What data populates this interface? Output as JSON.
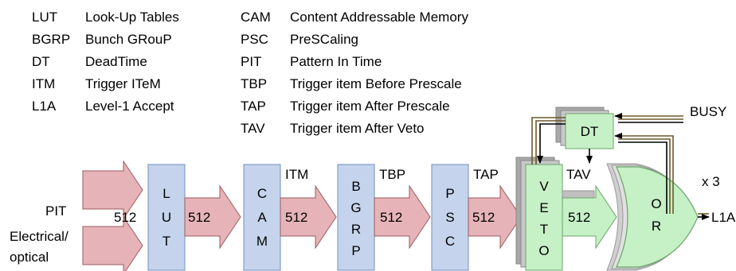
{
  "glossary": [
    {
      "abbr": "LUT",
      "definition": "Look-Up Tables"
    },
    {
      "abbr": "BGRP",
      "definition": "Bunch GRouP"
    },
    {
      "abbr": "DT",
      "definition": "DeadTime"
    },
    {
      "abbr": "ITM",
      "definition": "Trigger ITeM"
    },
    {
      "abbr": "L1A",
      "definition": "Level-1 Accept"
    },
    {
      "abbr": "CAM",
      "definition": "Content Addressable Memory"
    },
    {
      "abbr": "PSC",
      "definition": "PreSCaling"
    },
    {
      "abbr": "PIT",
      "definition": "Pattern In Time"
    },
    {
      "abbr": "TBP",
      "definition": "Trigger item Before Prescale"
    },
    {
      "abbr": "TAP",
      "definition": "Trigger item After Prescale"
    },
    {
      "abbr": "TAV",
      "definition": "Trigger item After Veto"
    }
  ],
  "inputs": {
    "pit": "PIT",
    "electrical_line1": "Electrical/",
    "electrical_line2": "optical",
    "width": "512"
  },
  "blocks": {
    "lut": [
      "L",
      "U",
      "T"
    ],
    "cam": [
      "C",
      "A",
      "M"
    ],
    "bgrp": [
      "B",
      "G",
      "R",
      "P"
    ],
    "psc": [
      "P",
      "S",
      "C"
    ],
    "veto": [
      "V",
      "E",
      "T",
      "O"
    ],
    "or": [
      "O",
      "R"
    ],
    "dt": "DT"
  },
  "arrows": [
    "512",
    "512",
    "512",
    "512",
    "512"
  ],
  "signals": {
    "itm": "ITM",
    "tbp": "TBP",
    "tap": "TAP",
    "tav": "TAV",
    "busy": "BUSY",
    "l1a": "L1A",
    "multiplicity": "x 3"
  },
  "colors": {
    "pink_fill": "#e6b4b8",
    "pink_stroke": "#9c5a5e",
    "blue_fill": "#c5d4ec",
    "blue_stroke": "#6f8fbf",
    "green_fill": "#c6f0c6",
    "green_stroke": "#6aa46a",
    "gray_stack": "#9a9a9a",
    "busy_line": "#6b5a2a"
  }
}
